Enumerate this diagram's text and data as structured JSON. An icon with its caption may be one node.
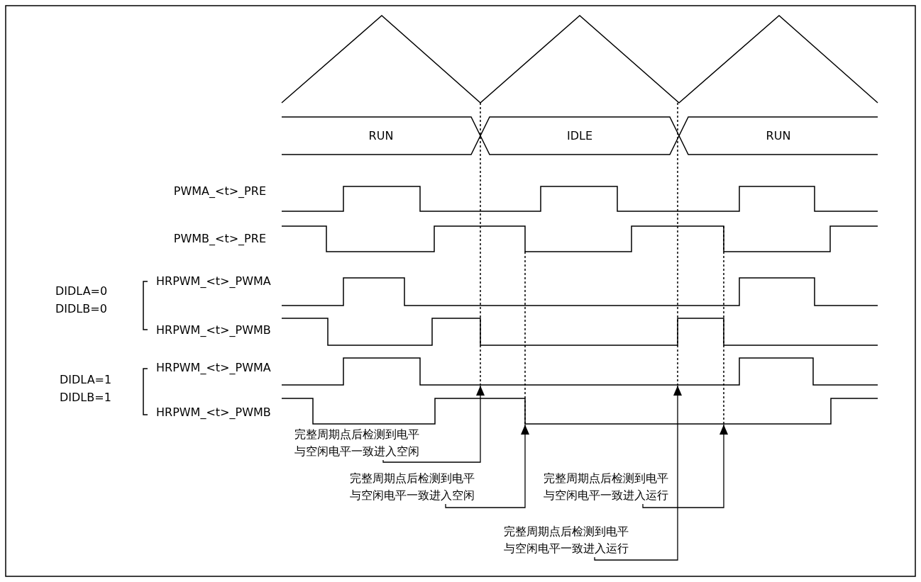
{
  "diagram": {
    "nodes": [
      {
        "text": [
          "RUN"
        ]
      },
      {
        "text": [
          "IDLE"
        ]
      },
      {
        "text": [
          "RUN"
        ]
      },
      {
        "text": [],
        "shape": "waveform"
      },
      {
        "text": [],
        "shape": "waveform"
      },
      {
        "text": [
          "完整周期点后检测到电平与空闲电平一致进入空闲"
        ]
      },
      {
        "text": [
          "完整周期点后检测到电平与空闲电平一致进入空闲"
        ]
      },
      {
        "text": [
          "完整周期点后检测到电平与空闲电平一致进入运行"
        ]
      },
      {
        "text": [
          "完整周期点后检测到电平与空闲电平一致进入运行"
        ]
      }
    ],
    "edges": [
      {
        "from": 5,
        "to": 3,
        "arrow": "to"
      },
      {
        "from": 6,
        "to": 4,
        "arrow": "to"
      },
      {
        "from": 7,
        "to": 4,
        "arrow": "to"
      },
      {
        "from": 8,
        "to": 3,
        "arrow": "to"
      }
    ],
    "labels": [
      "PWMA_<t>_PRE",
      "PWMB_<t>_PRE",
      "DIDLA=0 DIDLB=0",
      "HRPWM_<t>_PWMA",
      "HRPWM_<t>_PWMB",
      "DIDLA=1 DIDLB=1",
      "HRPWM_<t>_PWMA",
      "HRPWM_<t>_PWMB"
    ]
  }
}
